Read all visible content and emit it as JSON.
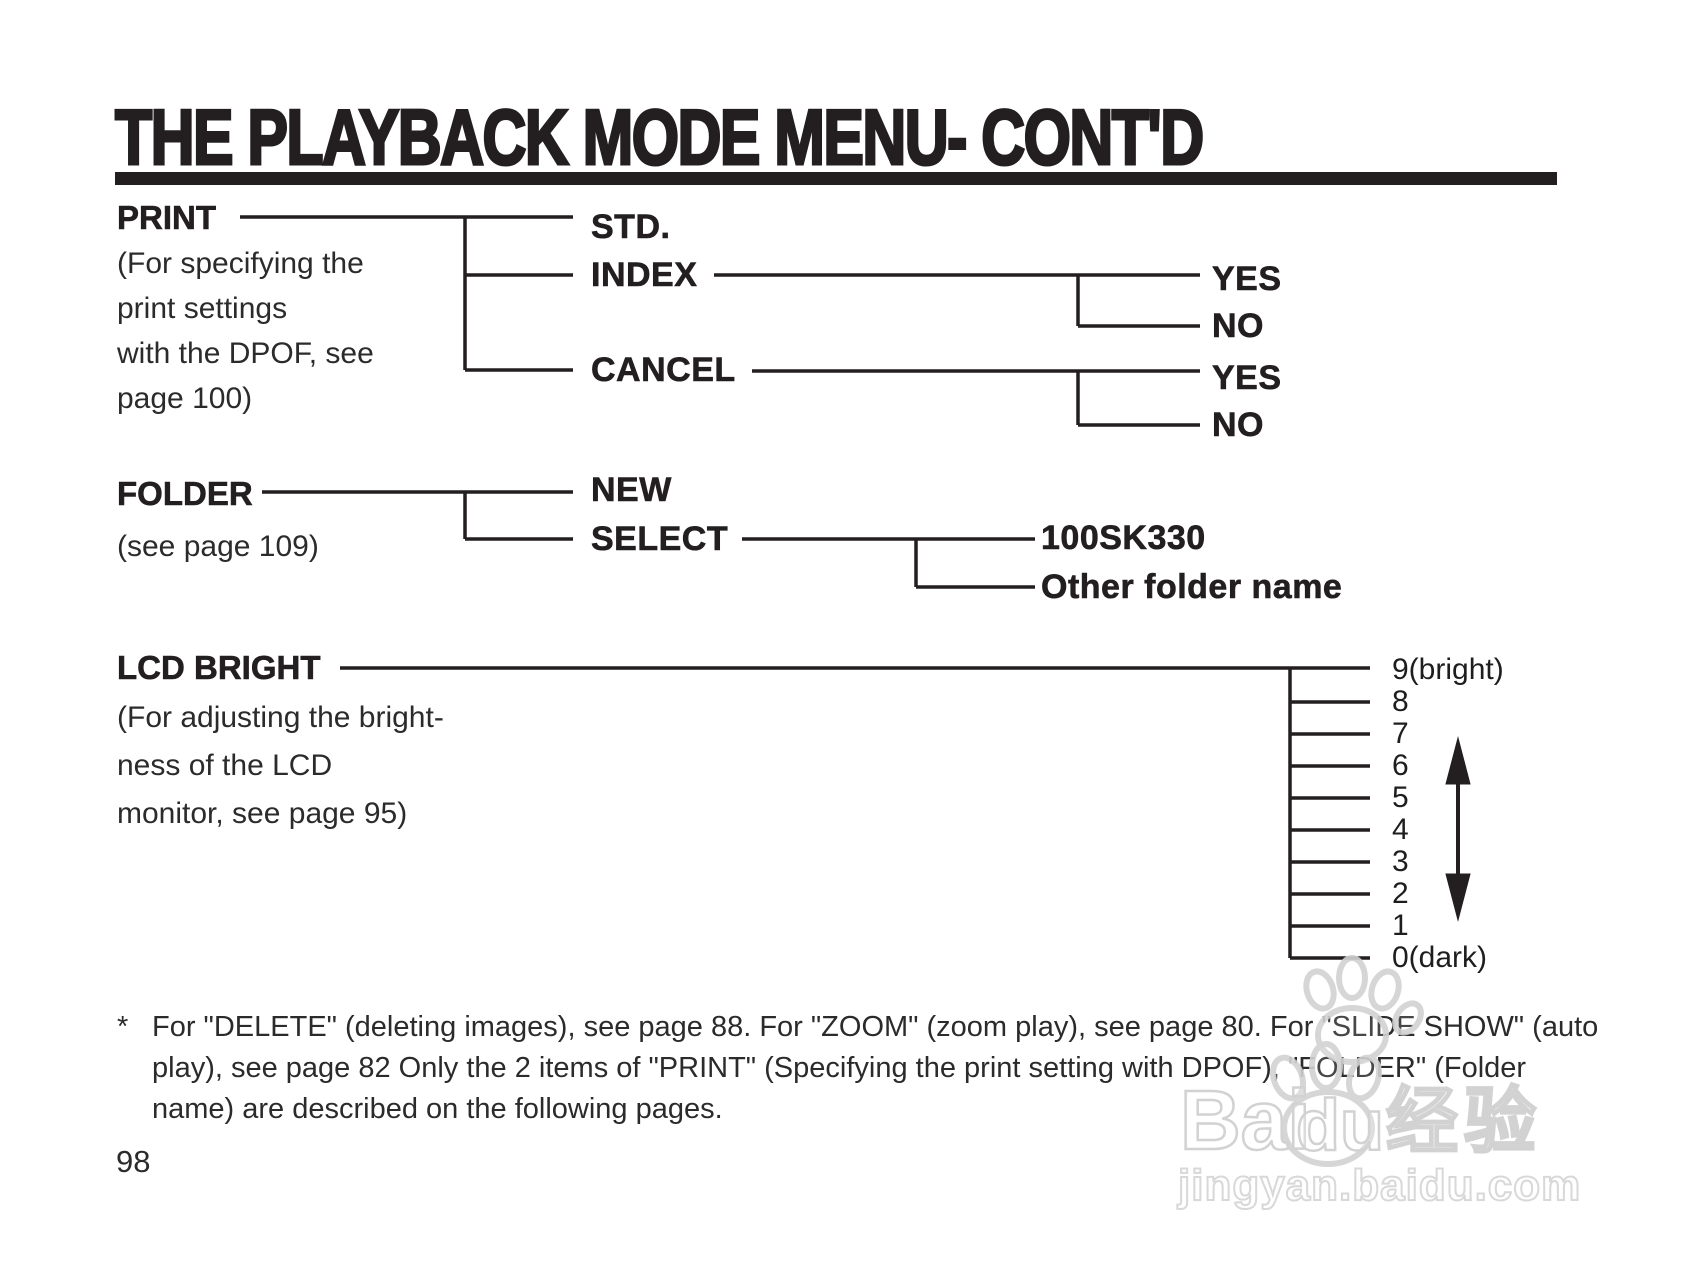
{
  "title": "THE PLAYBACK MODE MENU- CONT'D",
  "tree": {
    "print": {
      "label": "PRINT",
      "desc": [
        "(For specifying the",
        "print settings",
        "with the DPOF, see",
        "page 100)"
      ],
      "std": "STD.",
      "index": "INDEX",
      "cancel": "CANCEL",
      "index_yes": "YES",
      "index_no": "NO",
      "cancel_yes": "YES",
      "cancel_no": "NO"
    },
    "folder": {
      "label": "FOLDER",
      "desc": [
        "(see page 109)"
      ],
      "new": "NEW",
      "select": "SELECT",
      "select_folder": "100SK330",
      "select_other": "Other folder name"
    },
    "lcd": {
      "label": "LCD BRIGHT",
      "desc": [
        "(For adjusting the bright-",
        "ness of the LCD",
        "monitor, see page 95)"
      ],
      "levels": [
        "9(bright)",
        "8",
        "7",
        "6",
        "5",
        "4",
        "3",
        "2",
        "1",
        "0(dark)"
      ]
    }
  },
  "footnote": {
    "marker": "*",
    "lines": [
      "For \"DELETE\" (deleting images), see page 88. For \"ZOOM\" (zoom play), see page 80. For \"SLIDE SHOW\" (auto",
      "play), see page 82 Only the 2 items of \"PRINT\" (Specifying the print setting with DPOF), \"FOLDER\" (Folder",
      "name) are described on the following pages."
    ]
  },
  "page_number": "98",
  "watermark": {
    "bai": "Bai",
    "du": "du",
    "cn": "经验",
    "url": "jingyan.baidu.com"
  },
  "colors": {
    "ink": "#231f20",
    "watermark_gray": "#d2d2d2"
  }
}
